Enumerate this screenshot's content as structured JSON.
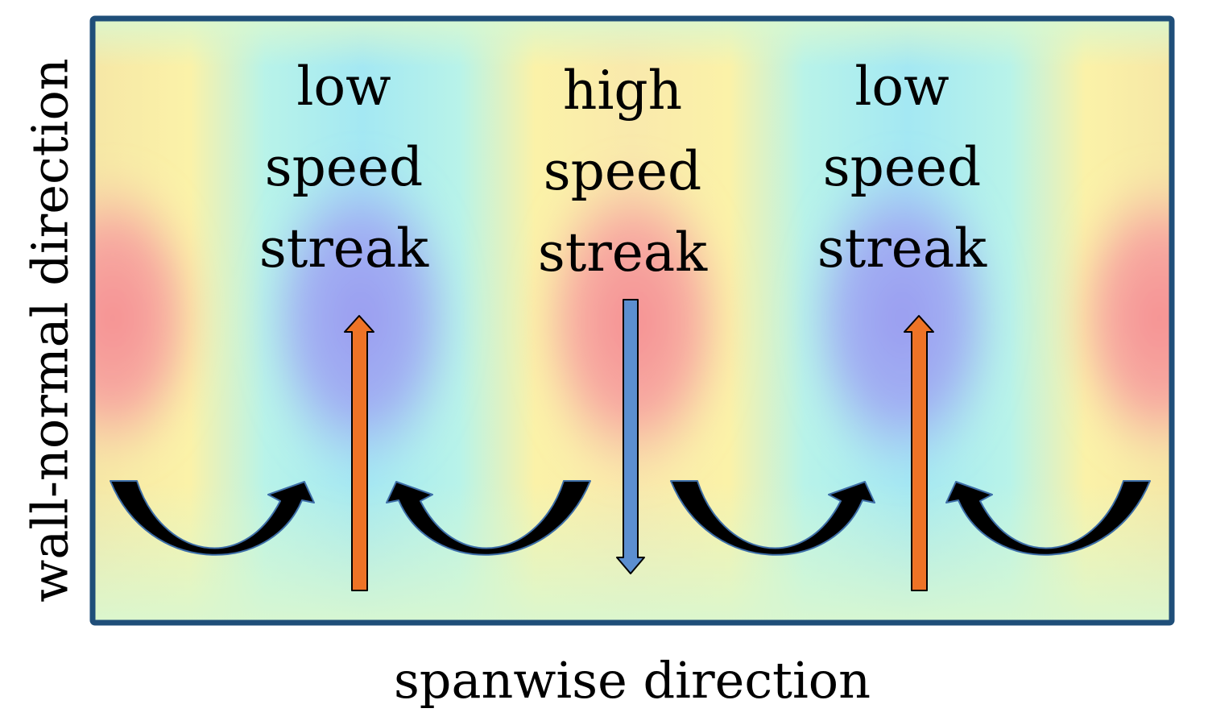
{
  "diagram": {
    "streaks": [
      {
        "lines": [
          "low",
          "speed",
          "streak"
        ],
        "type": "low",
        "flow": "up"
      },
      {
        "lines": [
          "high",
          "speed",
          "streak"
        ],
        "type": "high",
        "flow": "down"
      },
      {
        "lines": [
          "low",
          "speed",
          "streak"
        ],
        "type": "low",
        "flow": "up"
      }
    ],
    "x_axis_label": "spanwise direction",
    "y_axis_label": "wall-normal direction",
    "colors": {
      "frame": "#1f4e79",
      "low_speed_field": "#9a9cf0",
      "high_speed_field": "#f58e92",
      "updraft_arrow": "#ee7326",
      "downdraft_arrow": "#5c8fd0",
      "vortex_arrow": "#000000",
      "background_field": "#d9f7d0"
    }
  }
}
